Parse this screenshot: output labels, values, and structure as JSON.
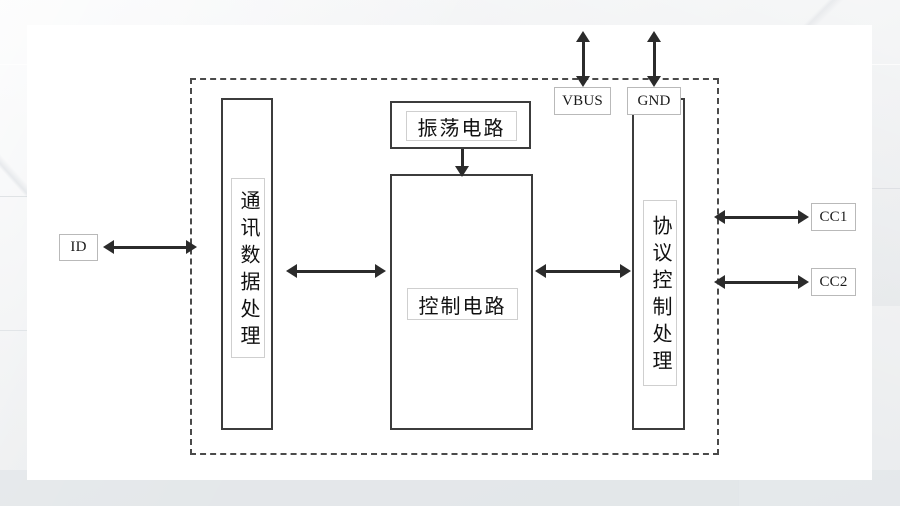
{
  "figure": {
    "title": "USB Type-C controller block diagram",
    "boundary_label": "dashed-system-boundary",
    "blocks": [
      {
        "id": "comm-data-processing",
        "label": "通讯数据处理",
        "orientation": "vertical"
      },
      {
        "id": "oscillator-circuit",
        "label": "振荡电路",
        "orientation": "horizontal"
      },
      {
        "id": "control-circuit",
        "label": "控制电路",
        "orientation": "horizontal"
      },
      {
        "id": "protocol-control-processing",
        "label": "协议控制处理",
        "orientation": "vertical"
      }
    ],
    "pins": [
      {
        "id": "id-pin",
        "label": "ID",
        "side": "left"
      },
      {
        "id": "vbus-pin",
        "label": "VBUS",
        "side": "top"
      },
      {
        "id": "gnd-pin",
        "label": "GND",
        "side": "top"
      },
      {
        "id": "cc1-pin",
        "label": "CC1",
        "side": "right"
      },
      {
        "id": "cc2-pin",
        "label": "CC2",
        "side": "right"
      }
    ],
    "connections": [
      {
        "id": "id-to-comm",
        "from": "ID",
        "to": "通讯数据处理",
        "type": "bidirectional",
        "direction": "horizontal"
      },
      {
        "id": "comm-to-control",
        "from": "通讯数据处理",
        "to": "控制电路",
        "type": "bidirectional",
        "direction": "horizontal"
      },
      {
        "id": "oscillator-to-control",
        "from": "振荡电路",
        "to": "控制电路",
        "type": "unidirectional",
        "direction": "vertical-down"
      },
      {
        "id": "control-to-protocol",
        "from": "控制电路",
        "to": "协议控制处理",
        "type": "bidirectional",
        "direction": "horizontal"
      },
      {
        "id": "vbus-external",
        "from": "VBUS",
        "to": "external",
        "type": "bidirectional",
        "direction": "vertical"
      },
      {
        "id": "gnd-external",
        "from": "GND",
        "to": "external",
        "type": "bidirectional",
        "direction": "vertical"
      },
      {
        "id": "protocol-to-cc1",
        "from": "协议控制处理",
        "to": "CC1",
        "type": "bidirectional",
        "direction": "horizontal"
      },
      {
        "id": "protocol-to-cc2",
        "from": "协议控制处理",
        "to": "CC2",
        "type": "bidirectional",
        "direction": "horizontal"
      }
    ],
    "colors": {
      "page": "#ffffff",
      "backdrop": "#e8eaec",
      "box_stroke": "#3c3c3c",
      "plate_stroke": "#cfcfcf",
      "label_stroke": "#b9b9b9",
      "arrow": "#2b2b2b",
      "boundary_stroke": "#4a4a4a",
      "text": "#111111"
    }
  }
}
